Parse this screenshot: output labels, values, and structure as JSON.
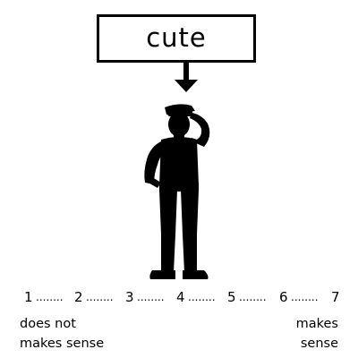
{
  "word": "cute",
  "scale": {
    "points": [
      "1",
      "2",
      "3",
      "4",
      "5",
      "6",
      "7"
    ],
    "separator": "........",
    "low_anchor": [
      "does not",
      "makes sense"
    ],
    "high_anchor": [
      "makes",
      "sense"
    ]
  },
  "colors": {
    "ink": "#000000",
    "background": "#ffffff"
  },
  "icons": {
    "arrow": "down-arrow-icon",
    "figure": "saluting-person-silhouette"
  }
}
